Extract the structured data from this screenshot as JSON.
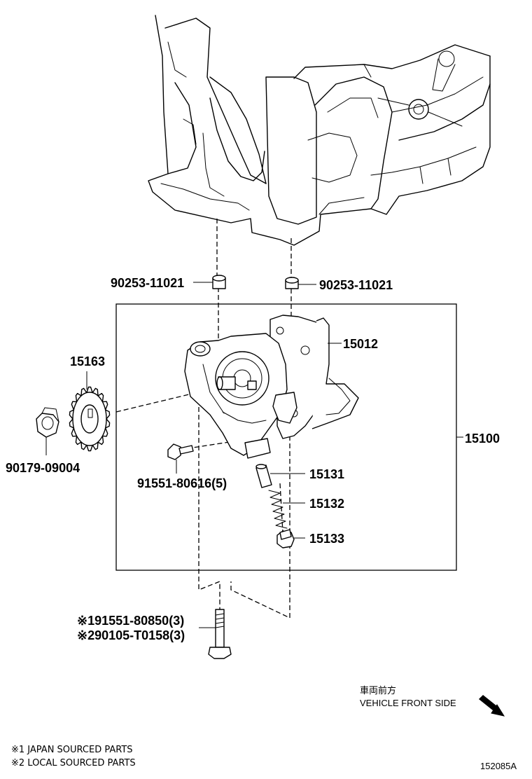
{
  "parts": {
    "plug_left": "90253-11021",
    "plug_right": "90253-11021",
    "cover": "15012",
    "sprocket": "15163",
    "nut": "90179-09004",
    "pump_assembly": "15100",
    "bolt_small": "91551-80616(5)",
    "relief_valve": "15131",
    "spring": "15132",
    "plug_bolt": "15133",
    "bolt_long_1": "※191551-80850(3)",
    "bolt_long_2": "※290105-T0158(3)"
  },
  "direction": {
    "jp": "車両前方",
    "en": "VEHICLE FRONT SIDE"
  },
  "notes": [
    "※1 JAPAN SOURCED PARTS",
    "※2 LOCAL SOURCED PARTS"
  ],
  "diagram_code": "152085A"
}
